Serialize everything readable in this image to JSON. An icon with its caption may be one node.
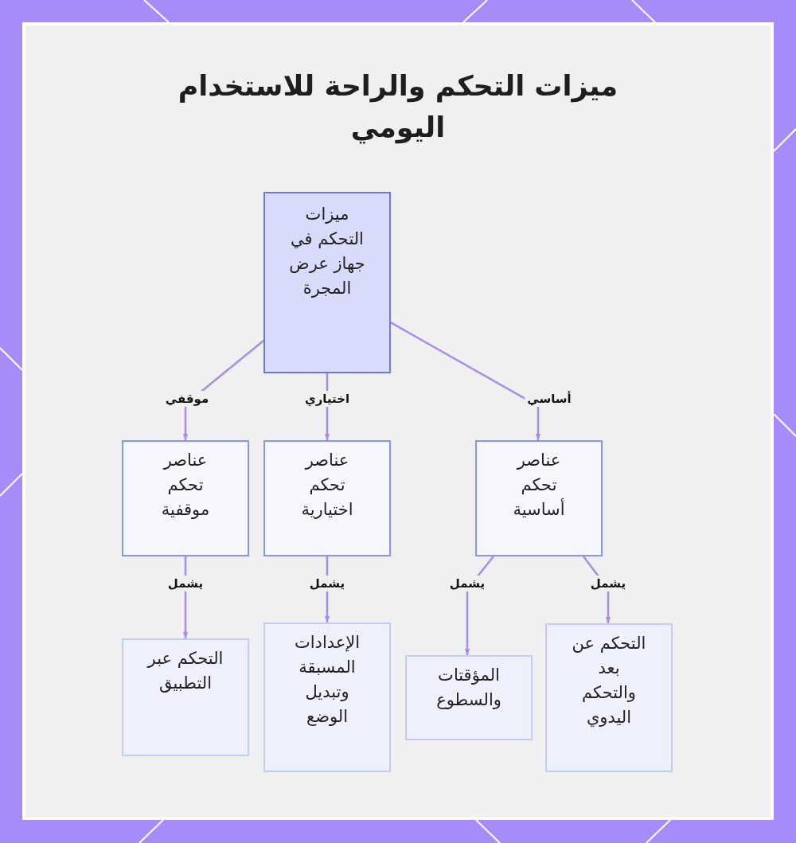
{
  "diagram": {
    "title": "ميزات التحكم والراحة للاستخدام اليومي",
    "nodes": [
      {
        "text": [
          "ميزات التحكم في جهاز عرض المجرة"
        ]
      },
      {
        "text": [
          "عناصر تحكم أساسية"
        ]
      },
      {
        "text": [
          "عناصر تحكم اختيارية"
        ]
      },
      {
        "text": [
          "عناصر تحكم موقفية"
        ]
      },
      {
        "text": [
          "التحكم عن بعد والتحكم اليدوي"
        ]
      },
      {
        "text": [
          "المؤقتات والسطوع"
        ]
      },
      {
        "text": [
          "الإعدادات المسبقة وتبديل الوضع"
        ]
      },
      {
        "text": [
          "التحكم عبر التطبيق"
        ]
      }
    ],
    "edges": [
      {
        "from": 0,
        "to": 1,
        "arrow": "to",
        "label": "أساسي"
      },
      {
        "from": 0,
        "to": 2,
        "arrow": "to",
        "label": "اختياري"
      },
      {
        "from": 0,
        "to": 3,
        "arrow": "to",
        "label": "موقفي"
      },
      {
        "from": 1,
        "to": 4,
        "arrow": "to",
        "label": "يشمل"
      },
      {
        "from": 1,
        "to": 5,
        "arrow": "to",
        "label": "يشمل"
      },
      {
        "from": 2,
        "to": 6,
        "arrow": "to",
        "label": "يشمل"
      },
      {
        "from": 3,
        "to": 7,
        "arrow": "to",
        "label": "يشمل"
      }
    ]
  }
}
